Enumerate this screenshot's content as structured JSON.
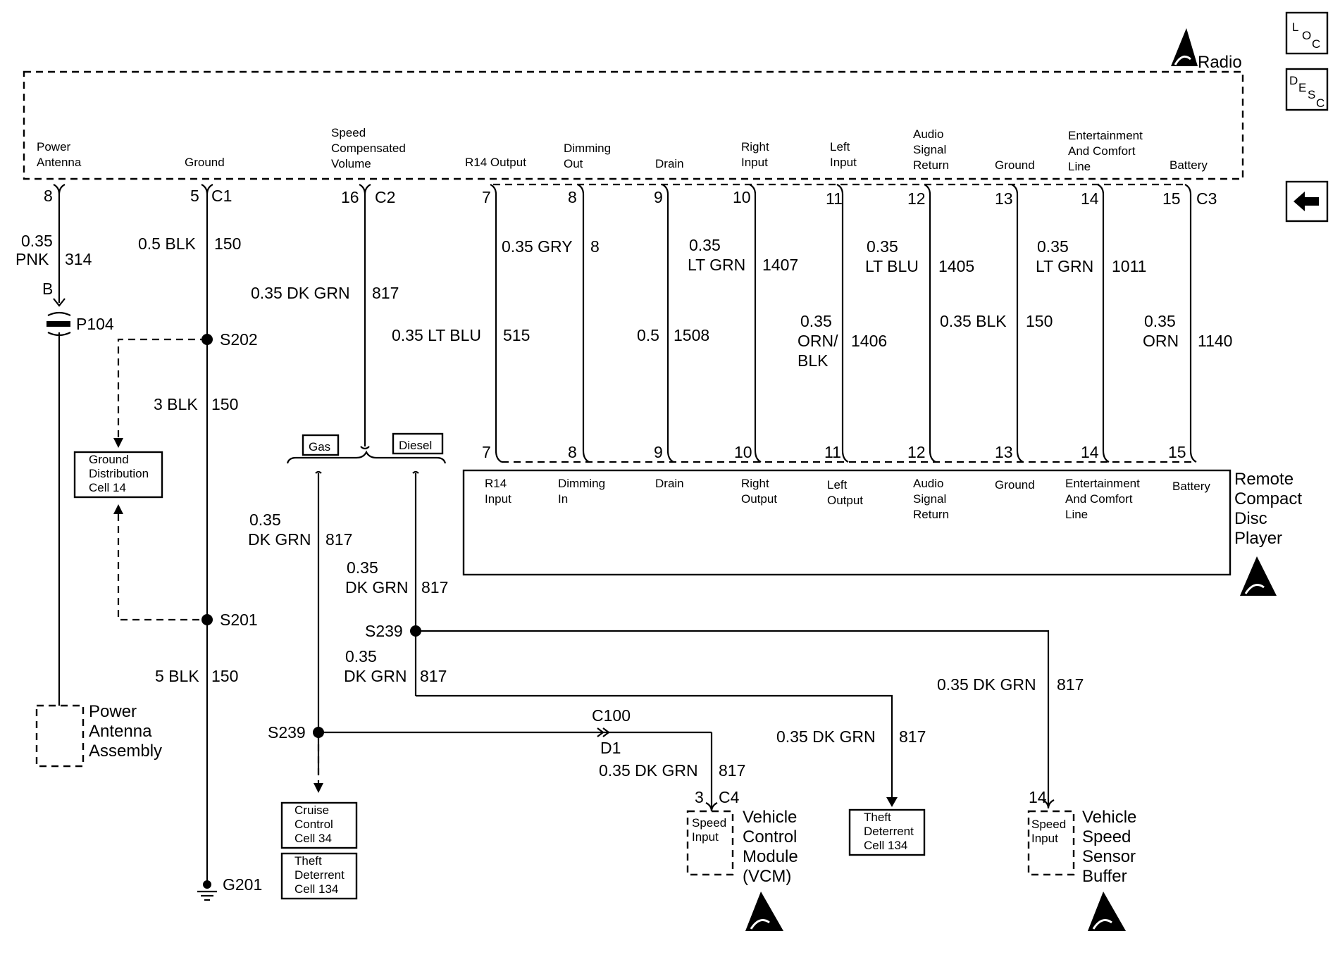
{
  "nav": {
    "loc": {
      "a": "L",
      "b": "O",
      "c": "C"
    },
    "desc": {
      "a": "D",
      "b": "E",
      "c": "S",
      "d": "C"
    }
  },
  "radio": {
    "title": "Radio",
    "pins": [
      {
        "num": "8",
        "l1": "Power",
        "l2": "Antenna"
      },
      {
        "num": "5",
        "l1": "Ground",
        "conn": "C1"
      },
      {
        "num": "16",
        "l1": "Speed",
        "l2": "Compensated",
        "l3": "Volume",
        "conn": "C2"
      },
      {
        "num": "7",
        "l1": "R14 Output"
      },
      {
        "num": "8",
        "l1": "Dimming",
        "l2": "Out"
      },
      {
        "num": "9",
        "l1": "Drain"
      },
      {
        "num": "10",
        "l1": "Right",
        "l2": "Input"
      },
      {
        "num": "11",
        "l1": "Left",
        "l2": "Input"
      },
      {
        "num": "12",
        "l1": "Audio",
        "l2": "Signal",
        "l3": "Return"
      },
      {
        "num": "13",
        "l1": "Ground"
      },
      {
        "num": "14",
        "l1": "Entertainment",
        "l2": "And Comfort",
        "l3": "Line"
      },
      {
        "num": "15",
        "l1": "Battery",
        "conn": "C3"
      }
    ]
  },
  "cd": {
    "title": [
      "Remote",
      "Compact",
      "Disc",
      "Player"
    ],
    "pins": [
      {
        "num": "7",
        "l1": "R14",
        "l2": "Input"
      },
      {
        "num": "8",
        "l1": "Dimming",
        "l2": "In"
      },
      {
        "num": "9",
        "l1": "Drain"
      },
      {
        "num": "10",
        "l1": "Right",
        "l2": "Output"
      },
      {
        "num": "11",
        "l1": "Left",
        "l2": "Output"
      },
      {
        "num": "12",
        "l1": "Audio",
        "l2": "Signal",
        "l3": "Return"
      },
      {
        "num": "13",
        "l1": "Ground"
      },
      {
        "num": "14",
        "l1": "Entertainment",
        "l2": "And Comfort",
        "l3": "Line"
      },
      {
        "num": "15",
        "l1": "Battery"
      }
    ]
  },
  "wires": {
    "pnk": {
      "size": "0.35",
      "color": "PNK",
      "circuit": "314"
    },
    "blk05": {
      "size_color": "0.5 BLK",
      "circuit": "150"
    },
    "dkgrn_c2": {
      "size_color": "0.35 DK GRN",
      "circuit": "817"
    },
    "blk3": {
      "size_color": "3 BLK",
      "circuit": "150"
    },
    "blk5": {
      "size_color": "5 BLK",
      "circuit": "150"
    },
    "ltblu515": {
      "size_color": "0.35 LT BLU",
      "circuit": "515"
    },
    "gry8": {
      "size_color": "0.35 GRY",
      "circuit": "8"
    },
    "drain": {
      "size": "0.5",
      "circuit": "1508"
    },
    "ltgrn1407": {
      "size": "0.35",
      "color": "LT GRN",
      "circuit": "1407"
    },
    "orn1406": {
      "size": "0.35",
      "color1": "ORN/",
      "color2": "BLK",
      "circuit": "1406"
    },
    "ltblu1405": {
      "size": "0.35",
      "color": "LT BLU",
      "circuit": "1405"
    },
    "blk150": {
      "size_color": "0.35 BLK",
      "circuit": "150"
    },
    "ltgrn1011": {
      "size": "0.35",
      "color": "LT GRN",
      "circuit": "1011"
    },
    "orn1140": {
      "size": "0.35",
      "color": "ORN",
      "circuit": "1140"
    },
    "gas_wire": {
      "size": "0.35",
      "color": "DK GRN",
      "circuit": "817"
    },
    "diesel_wire": {
      "size": "0.35",
      "color": "DK GRN",
      "circuit": "817"
    },
    "diesel_lower": {
      "size": "0.35",
      "color": "DK GRN",
      "circuit": "817"
    },
    "vssb_wire": {
      "size_color": "0.35 DK GRN",
      "circuit": "817"
    },
    "theft_wire": {
      "size_color": "0.35 DK GRN",
      "circuit": "817"
    },
    "vcm_wire": {
      "size_color": "0.35 DK GRN",
      "circuit": "817"
    }
  },
  "labels": {
    "conn_b": "B",
    "p104": "P104",
    "s202": "S202",
    "s201": "S201",
    "g201": "G201",
    "s239_gas": "S239",
    "s239_diesel": "S239",
    "gas": "Gas",
    "diesel": "Diesel",
    "c100": "C100",
    "d1": "D1",
    "vcm_pin": "3",
    "vcm_conn": "C4",
    "vssb_pin": "14"
  },
  "boxes": {
    "ground_dist": [
      "Ground",
      "Distribution",
      "Cell 14"
    ],
    "cruise": [
      "Cruise",
      "Control",
      "Cell 34"
    ],
    "theft_left": [
      "Theft",
      "Deterrent",
      "Cell 134"
    ],
    "theft_mid": [
      "Theft",
      "Deterrent",
      "Cell 134"
    ],
    "speed_input_vcm": [
      "Speed",
      "Input"
    ],
    "speed_input_vssb": [
      "Speed",
      "Input"
    ]
  },
  "components": {
    "power_antenna": [
      "Power",
      "Antenna",
      "Assembly"
    ],
    "vcm": [
      "Vehicle",
      "Control",
      "Module",
      "(VCM)"
    ],
    "vssb": [
      "Vehicle",
      "Speed",
      "Sensor",
      "Buffer"
    ]
  }
}
